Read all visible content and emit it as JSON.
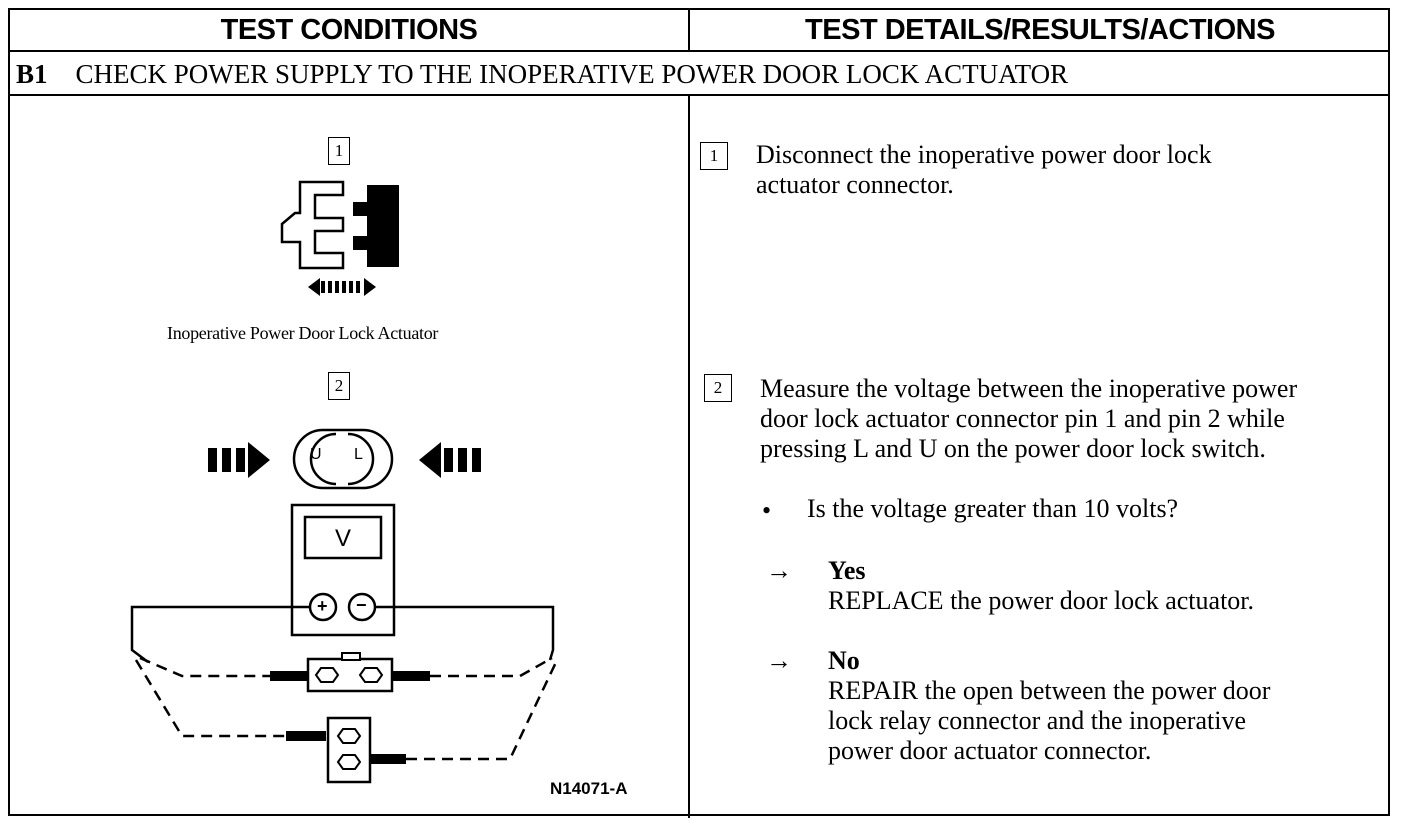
{
  "headers": {
    "left": "TEST CONDITIONS",
    "right": "TEST DETAILS/RESULTS/ACTIONS"
  },
  "step": {
    "id": "B1",
    "title": "CHECK POWER SUPPLY TO THE INOPERATIVE POWER DOOR LOCK ACTUATOR"
  },
  "figure": {
    "callout_1": "1",
    "caption_1": "Inoperative Power Door Lock Actuator",
    "callout_2": "2",
    "switch_up": "U",
    "switch_lock": "L",
    "meter_label": "V",
    "plus": "+",
    "minus": "−",
    "figure_number": "N14071-A"
  },
  "actions": [
    {
      "num": "1",
      "line1": "Disconnect the inoperative power door lock",
      "line2": "actuator connector."
    },
    {
      "num": "2",
      "line1": "Measure the voltage between the inoperative power",
      "line2": "door lock actuator connector pin 1 and pin 2 while",
      "line3": "pressing L and U on the power door lock switch.",
      "question_bullet": "•",
      "question": "Is the voltage greater than 10 volts?",
      "results": [
        {
          "arrow": "→",
          "answer": "Yes",
          "action_line1": "REPLACE the power door lock actuator."
        },
        {
          "arrow": "→",
          "answer": "No",
          "action_line1": "REPAIR the open between the power door",
          "action_line2": "lock relay connector and the inoperative",
          "action_line3": "power door actuator connector."
        }
      ]
    }
  ]
}
